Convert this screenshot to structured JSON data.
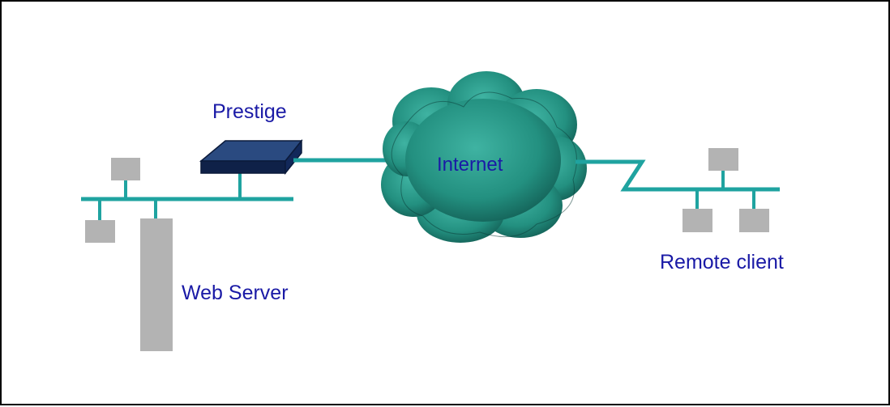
{
  "labels": {
    "router": "Prestige",
    "cloud": "Internet",
    "server": "Web Server",
    "remote": "Remote client"
  },
  "colors": {
    "line": "#1fa3a0",
    "host": "#b3b3b3",
    "router_top": "#243f73",
    "router_side": "#0e1f44",
    "cloud_light": "#39ad9c",
    "cloud_dark": "#0d4d45",
    "text": "#1a1aa6"
  }
}
